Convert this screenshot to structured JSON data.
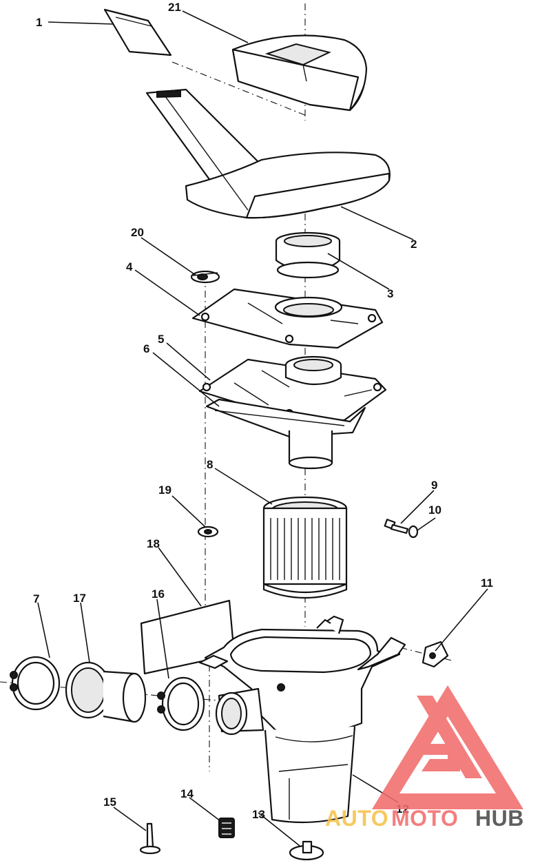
{
  "diagram": {
    "callouts": [
      {
        "id": "c1",
        "label": "1"
      },
      {
        "id": "c2",
        "label": "2"
      },
      {
        "id": "c3",
        "label": "3"
      },
      {
        "id": "c4",
        "label": "4"
      },
      {
        "id": "c5",
        "label": "5"
      },
      {
        "id": "c6",
        "label": "6"
      },
      {
        "id": "c7",
        "label": "7"
      },
      {
        "id": "c8",
        "label": "8"
      },
      {
        "id": "c9",
        "label": "9"
      },
      {
        "id": "c10",
        "label": "10"
      },
      {
        "id": "c11",
        "label": "11"
      },
      {
        "id": "c12",
        "label": "12"
      },
      {
        "id": "c13",
        "label": "13"
      },
      {
        "id": "c14",
        "label": "14"
      },
      {
        "id": "c15",
        "label": "15"
      },
      {
        "id": "c16",
        "label": "16"
      },
      {
        "id": "c17",
        "label": "17"
      },
      {
        "id": "c18",
        "label": "18"
      },
      {
        "id": "c19",
        "label": "19"
      },
      {
        "id": "c20",
        "label": "20"
      },
      {
        "id": "c21",
        "label": "21"
      }
    ]
  },
  "watermark": {
    "word_1": "AUTO",
    "word_2": "MOTO",
    "word_3": "HUB",
    "color_primary": "#f26d6d",
    "color_accent": "#f5c24a",
    "color_dark": "#4a4a4a"
  }
}
